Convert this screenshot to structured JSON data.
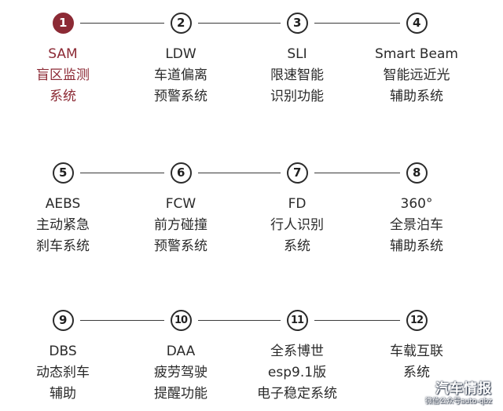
{
  "accent_color": "#8c2a35",
  "features": [
    {
      "number": "1",
      "active": true,
      "lines": [
        "SAM",
        "盲区监测",
        "系统"
      ]
    },
    {
      "number": "2",
      "active": false,
      "lines": [
        "LDW",
        "车道偏离",
        "预警系统"
      ]
    },
    {
      "number": "3",
      "active": false,
      "lines": [
        "SLI",
        "限速智能",
        "识别功能"
      ]
    },
    {
      "number": "4",
      "active": false,
      "lines": [
        "Smart Beam",
        "智能远近光",
        "辅助系统"
      ]
    },
    {
      "number": "5",
      "active": false,
      "lines": [
        "AEBS",
        "主动紧急",
        "刹车系统"
      ]
    },
    {
      "number": "6",
      "active": false,
      "lines": [
        "FCW",
        "前方碰撞",
        "预警系统"
      ]
    },
    {
      "number": "7",
      "active": false,
      "lines": [
        "FD",
        "行人识别",
        "系统"
      ]
    },
    {
      "number": "8",
      "active": false,
      "lines": [
        "360°",
        "全景泊车",
        "辅助系统"
      ]
    },
    {
      "number": "9",
      "active": false,
      "lines": [
        "DBS",
        "动态刹车",
        "辅助"
      ]
    },
    {
      "number": "10",
      "active": false,
      "lines": [
        "DAA",
        "疲劳驾驶",
        "提醒功能"
      ]
    },
    {
      "number": "11",
      "active": false,
      "lines": [
        "全系博世",
        "esp9.1版",
        "电子稳定系统"
      ]
    },
    {
      "number": "12",
      "active": false,
      "lines": [
        "车载互联",
        "系统"
      ]
    }
  ],
  "watermark": {
    "title": "汽车情报",
    "subtitle": "微信公众号auto-qbz"
  }
}
